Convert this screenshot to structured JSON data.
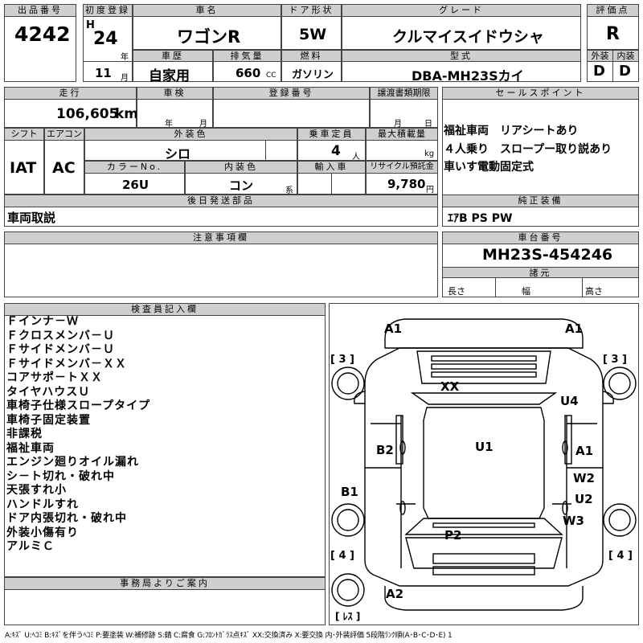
{
  "header": {
    "lot_no_label": "出品番号",
    "lot_no": "4242",
    "first_reg_label": "初度登録",
    "era": "H",
    "year": "24",
    "year_unit": "年",
    "month": "11",
    "month_unit": "月",
    "car_name_label": "車名",
    "car_name": "ワゴンR",
    "door_label": "ドア形状",
    "door": "5W",
    "grade_label": "グレード",
    "grade": "クルマイスイドウシャ",
    "score_label": "評価点",
    "score": "R",
    "history_label": "車歴",
    "history": "自家用",
    "displacement_label": "排気量",
    "displacement": "660",
    "displacement_unit": "CC",
    "fuel_label": "燃料",
    "fuel": "ガソリン",
    "model_label": "型式",
    "model": "DBA-MH23Sカイ",
    "exterior_label": "外装",
    "exterior": "D",
    "interior_label": "内装",
    "interior": "D"
  },
  "row2": {
    "mileage_label": "走行",
    "mileage": "106,605",
    "mileage_unit": "km",
    "inspection_label": "車検",
    "insp_year_unit": "年",
    "insp_month_unit": "月",
    "reg_no_label": "登録番号",
    "transfer_label": "譲渡書類期限",
    "transfer_month_unit": "月",
    "transfer_day_unit": "日",
    "sales_label": "セールスポイント",
    "sales_points": [
      "福祉車両　リアシートあり",
      "４人乗り　スロープー取り説あり",
      "車いす電動固定式"
    ]
  },
  "row3": {
    "shift_label": "シフト",
    "shift": "IAT",
    "ac_label": "エアコン",
    "ac": "AC",
    "color_label": "外装色",
    "color": "シロ",
    "capacity_label": "乗車定員",
    "capacity": "4",
    "capacity_unit": "人",
    "load_label": "最大積載量",
    "load_unit": "kg",
    "color_no_label": "カラーNo.",
    "color_no": "26U",
    "int_color_label": "内装色",
    "int_color": "コン",
    "int_color_unit": "系",
    "import_label": "輸入車",
    "recycle_label": "リサイクル預託金",
    "recycle": "9,780",
    "recycle_unit": "円"
  },
  "later_parts": {
    "label": "後日発送部品",
    "value": "車両取説"
  },
  "equipment": {
    "label": "純正装備",
    "value": "ｴｱB PS PW"
  },
  "notes": {
    "label": "注意事項欄"
  },
  "chassis": {
    "label": "車台番号",
    "value": "MH23S-454246",
    "dims_label": "諸元",
    "length_label": "長さ",
    "width_label": "幅",
    "height_label": "高さ"
  },
  "inspector": {
    "label": "検査員記入欄",
    "items": [
      "Ｆインナ－Ｗ",
      "Ｆクロスメンバ－Ｕ",
      "Ｆサイドメンバ－Ｕ",
      "Ｆサイドメンバ－ＸＸ",
      "コアサポ－トＸＸ",
      "タイヤハウスＵ",
      "車椅子仕様スロープタイプ",
      "車椅子固定装置",
      "非課税",
      "福祉車両",
      "エンジン廻りオイル漏れ",
      "シ－ト切れ・破れ中",
      "天張すれ小",
      "ハンドルすれ",
      "ドア内張切れ・破れ中",
      "外装小傷有り",
      "アルミＣ"
    ]
  },
  "office": {
    "label": "事務局よりご案内"
  },
  "diagram": {
    "labels": {
      "a1_tl": "A1",
      "a1_tr": "A1",
      "b3_l": "[ 3 ]",
      "b3_r": "[ 3 ]",
      "xx": "XX",
      "u4": "U4",
      "b2": "B2",
      "u1": "U1",
      "a1_r": "A1",
      "b1": "B1",
      "w2": "W2",
      "u2": "U2",
      "w3": "W3",
      "p2": "P2",
      "b4_l": "[ 4 ]",
      "b4_r": "[ 4 ]",
      "a2": "A2",
      "res": "[ ﾚｽ ]"
    }
  },
  "legend": "A:ｷｽﾞ U:ﾍｺﾐ B:ｷｽﾞを伴うﾍｺﾐ P:要塗装 W:補修跡 S:錆 C:腐食 G:ﾌﾛﾝﾄｶﾞﾗｽ点ｷｽﾞ XX:交換済み X:要交換 内･外装評価 5段階ﾗﾝｸ順(A･B･C･D･E) 1"
}
